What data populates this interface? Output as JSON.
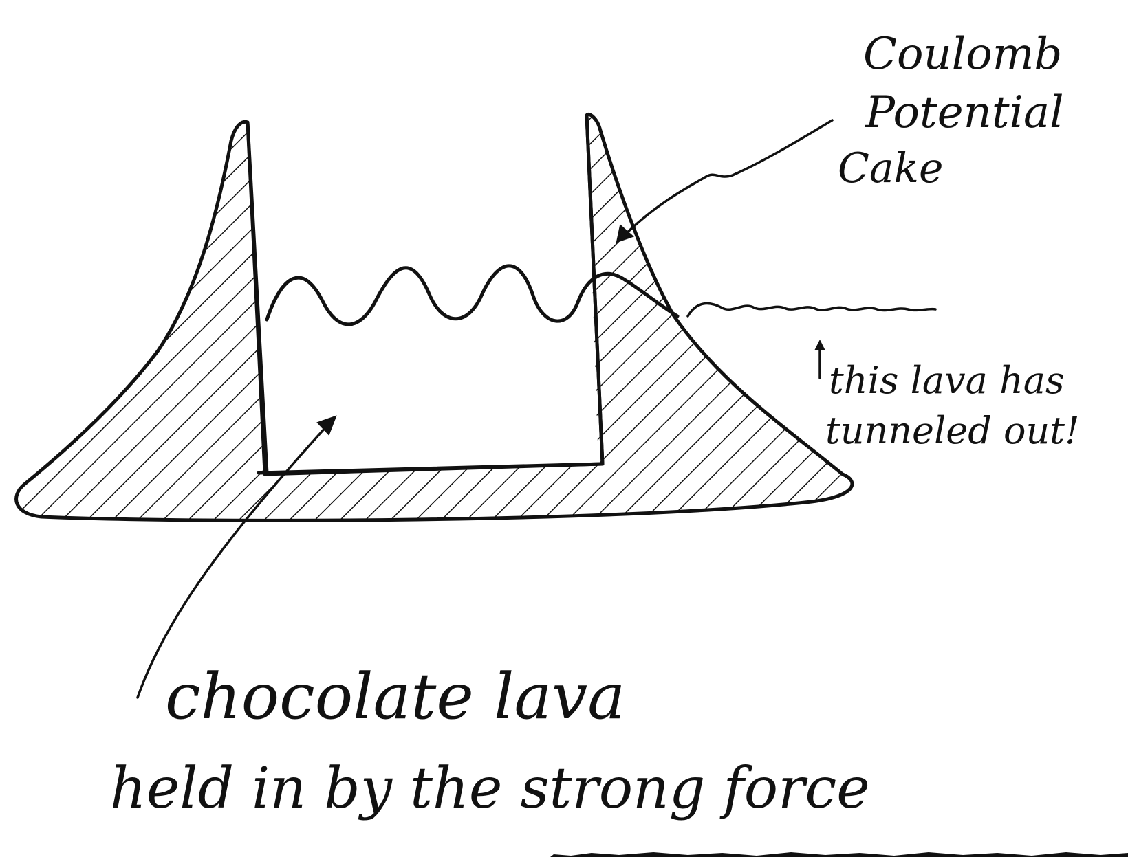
{
  "diagram": {
    "labels": {
      "coulomb_line1": "Coulomb",
      "coulomb_line2": "Potential",
      "coulomb_line3": "Cake",
      "tunneled_line1": "this lava has",
      "tunneled_line2": "tunneled out!",
      "lava_line1": "chocolate lava",
      "lava_line2": "held in by the strong force"
    },
    "colors": {
      "ink": "#111111",
      "paper": "#ffffff"
    }
  }
}
